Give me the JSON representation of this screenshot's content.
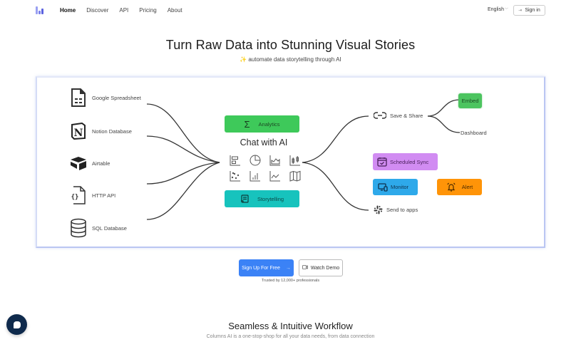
{
  "nav": {
    "logo": "chart-logo",
    "links": [
      {
        "label": "Home",
        "active": true
      },
      {
        "label": "Discover",
        "active": false
      },
      {
        "label": "API",
        "active": false
      },
      {
        "label": "Pricing",
        "active": false
      },
      {
        "label": "About",
        "active": false
      }
    ],
    "language": "English",
    "sign_in": "Sign in"
  },
  "hero": {
    "title": "Turn Raw Data into Stunning Visual Stories",
    "subtitle_icon": "✨",
    "subtitle": "automate data storytelling through AI"
  },
  "diagram": {
    "sources": [
      {
        "label": "Google Spreadsheet",
        "icon": "spreadsheet-icon"
      },
      {
        "label": "Notion Database",
        "icon": "notion-icon"
      },
      {
        "label": "Airtable",
        "icon": "airtable-icon"
      },
      {
        "label": "HTTP API",
        "icon": "code-file-icon"
      },
      {
        "label": "SQL Database",
        "icon": "database-icon"
      }
    ],
    "center": {
      "analytics": "Analytics",
      "title": "Chat with AI",
      "storytelling": "Storytelling",
      "chart_icons": [
        "bar-horizontal-chart-icon",
        "pie-chart-icon",
        "area-chart-icon",
        "candlestick-chart-icon",
        "scatter-chart-icon",
        "bar-chart-icon",
        "line-chart-icon",
        "map-icon"
      ]
    },
    "outputs": {
      "save_share": "Save & Share",
      "embed": "Embed",
      "dashboard": "Dashboard",
      "scheduled_sync": "Scheduled Sync",
      "monitor": "Monitor",
      "alert": "Alert",
      "send_to_apps": "Send to apps"
    },
    "colors": {
      "analytics": "#3ec95a",
      "storytelling": "#17c3bd",
      "embed": "#4cc45f",
      "scheduled_sync": "#d18cf2",
      "monitor": "#2ea9ea",
      "alert": "#ff9408",
      "frame_border": "#bac6f2"
    }
  },
  "cta": {
    "primary": "Sign Up For Free",
    "primary_arrow": "→",
    "secondary": "Watch Demo",
    "trusted": "Trusted by 12,000+ professionals"
  },
  "section": {
    "title": "Seamless & Intuitive Workflow",
    "subtitle": "Columns AI is a one-stop-shop for all your data needs, from data connection"
  }
}
